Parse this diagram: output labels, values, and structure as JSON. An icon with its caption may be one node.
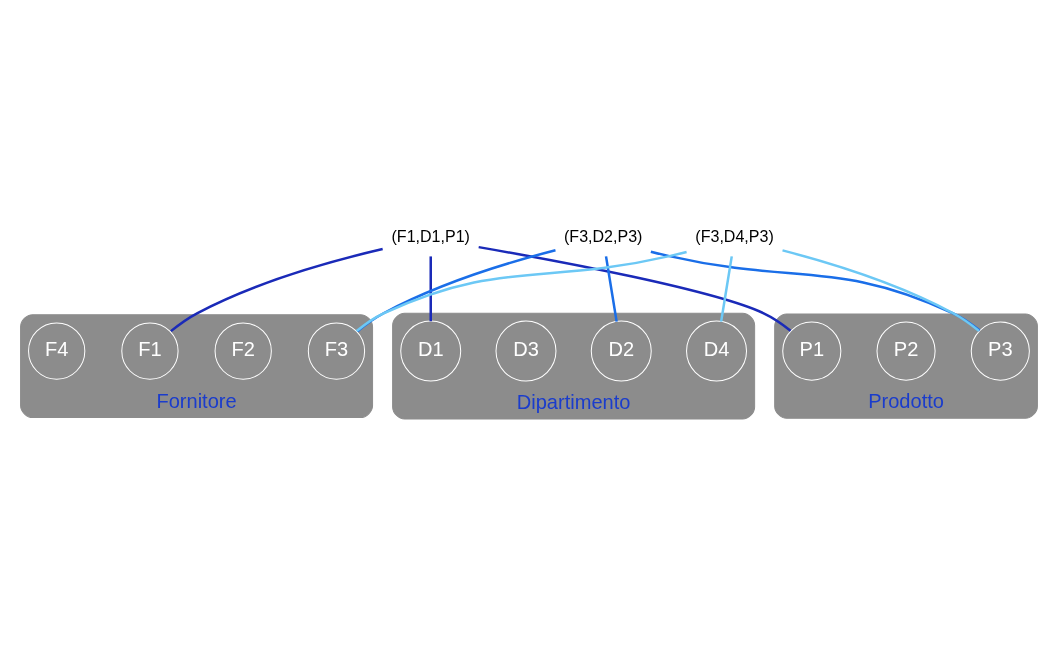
{
  "diagram": {
    "nodes": [
      {
        "text": [
          "Fornitore"
        ]
      },
      {
        "text": [
          "F1"
        ],
        "in": 0
      },
      {
        "text": [
          "F2"
        ],
        "in": 0
      },
      {
        "text": [
          "F3"
        ],
        "in": 0
      },
      {
        "text": [
          "F4"
        ],
        "in": 0
      },
      {
        "text": [
          "Dipartimento"
        ]
      },
      {
        "text": [
          "D1"
        ],
        "in": 5
      },
      {
        "text": [
          "D2"
        ],
        "in": 5
      },
      {
        "text": [
          "D3"
        ],
        "in": 5
      },
      {
        "text": [
          "D4"
        ],
        "in": 5
      },
      {
        "text": [
          "Prodotto"
        ]
      },
      {
        "text": [
          "P1"
        ],
        "in": 10
      },
      {
        "text": [
          "P2"
        ],
        "in": 10
      },
      {
        "text": [
          "P3"
        ],
        "in": 10
      },
      {
        "text": [
          "(F1,D1,P1)"
        ]
      },
      {
        "text": [
          "(F3,D2,P3)"
        ]
      },
      {
        "text": [
          "(F3,D4,P3)"
        ]
      }
    ],
    "edges": [
      {
        "from": 14,
        "to": 1,
        "arrow": "none",
        "color": "#1a2ab8"
      },
      {
        "from": 14,
        "to": 6,
        "arrow": "none",
        "color": "#1a2ab8"
      },
      {
        "from": 14,
        "to": 11,
        "arrow": "none",
        "color": "#1a2ab8"
      },
      {
        "from": 15,
        "to": 3,
        "arrow": "none",
        "color": "#1a6ee8"
      },
      {
        "from": 15,
        "to": 7,
        "arrow": "none",
        "color": "#1a6ee8"
      },
      {
        "from": 15,
        "to": 13,
        "arrow": "none",
        "color": "#1a6ee8"
      },
      {
        "from": 16,
        "to": 3,
        "arrow": "none",
        "color": "#6cc8f5"
      },
      {
        "from": 16,
        "to": 9,
        "arrow": "none",
        "color": "#6cc8f5"
      },
      {
        "from": 16,
        "to": 13,
        "arrow": "none",
        "color": "#6cc8f5"
      }
    ]
  }
}
